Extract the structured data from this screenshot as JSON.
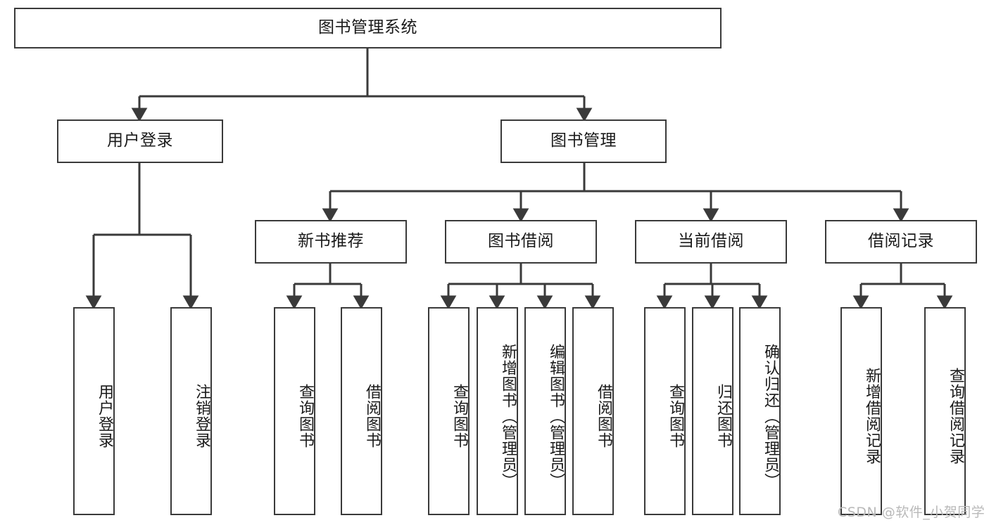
{
  "diagram": {
    "title": "图书管理系统",
    "type": "tree-hierarchy-diagram",
    "watermark": "CSDN @软件_小贺同学",
    "colors": {
      "box_border": "#3a3a3a",
      "box_fill": "#ffffff",
      "edge": "#3a3a3a",
      "text": "#1a1a1a",
      "watermark": "#b9b9b9"
    },
    "levels": {
      "root": {
        "label": "图书管理系统"
      },
      "level2": [
        {
          "label": "用户登录"
        },
        {
          "label": "图书管理"
        }
      ],
      "level3": [
        {
          "label": "新书推荐"
        },
        {
          "label": "图书借阅"
        },
        {
          "label": "当前借阅"
        },
        {
          "label": "借阅记录"
        }
      ],
      "leaves": {
        "user_login": [
          {
            "label": "用户登录"
          },
          {
            "label": "注销登录"
          }
        ],
        "new_book_recommend": [
          {
            "label": "查询图书"
          },
          {
            "label": "借阅图书"
          }
        ],
        "book_borrow": [
          {
            "label": "查询图书"
          },
          {
            "label": "新增图书（管理员）"
          },
          {
            "label": "编辑图书（管理员）"
          },
          {
            "label": "借阅图书"
          }
        ],
        "current_borrow": [
          {
            "label": "查询图书"
          },
          {
            "label": "归还图书"
          },
          {
            "label": "确认归还（管理员）"
          }
        ],
        "borrow_records": [
          {
            "label": "新增借阅记录"
          },
          {
            "label": "查询借阅记录"
          }
        ]
      }
    }
  }
}
